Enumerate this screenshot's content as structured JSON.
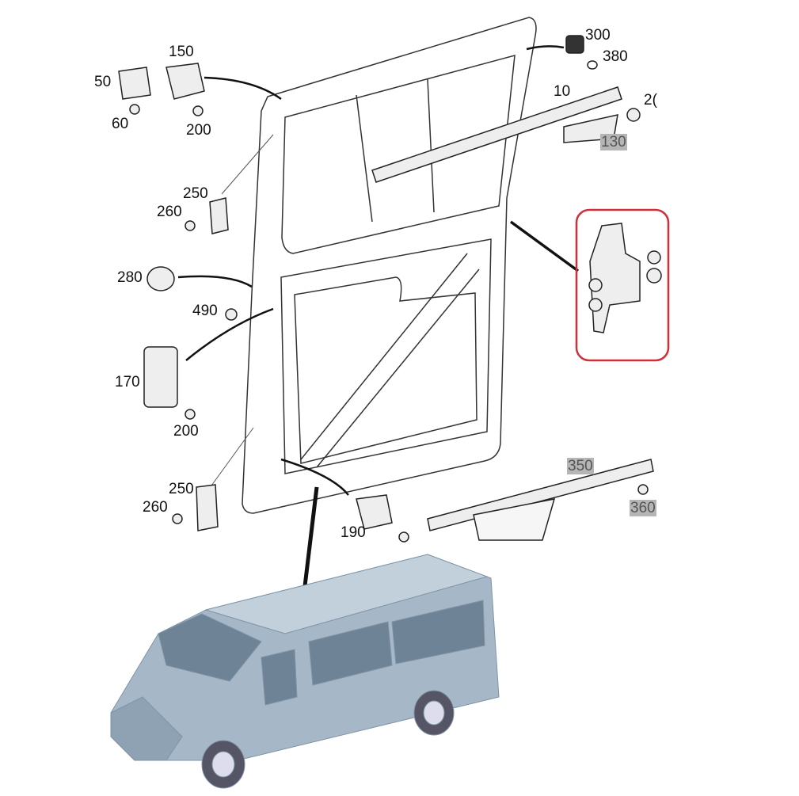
{
  "labels": {
    "p150": "150",
    "p50": "50",
    "p60": "60",
    "p200a": "200",
    "p300": "300",
    "p380": "380",
    "p10": "10",
    "p20": "2(",
    "p130": "130",
    "p250a": "250",
    "p260a": "260",
    "p280": "280",
    "p490": "490",
    "p170": "170",
    "p200b": "200",
    "p250b": "250",
    "p260b": "260",
    "p190": "190",
    "p350": "350",
    "p360": "360"
  },
  "highlighted_labels": [
    "130",
    "350",
    "360"
  ],
  "colors": {
    "highlight_box": "#d0303a",
    "label_highlight": "#b5b5b5",
    "van": "#a6b8c8"
  },
  "icons": [
    "door-panel",
    "hinge",
    "roller-bracket",
    "guide-rail",
    "van"
  ]
}
